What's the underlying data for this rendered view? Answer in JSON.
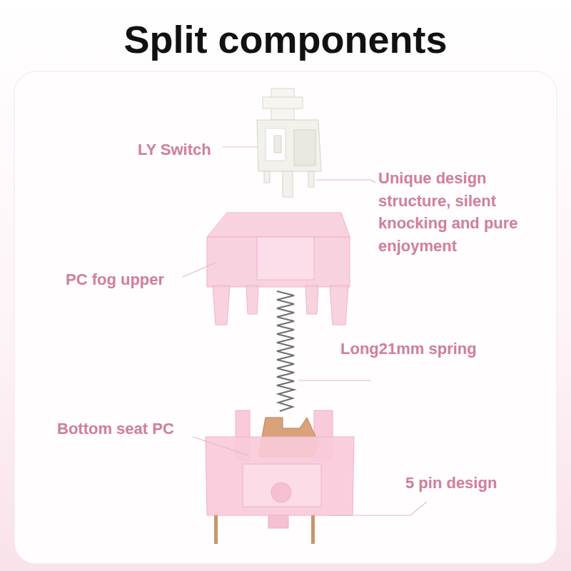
{
  "diagram": {
    "title": "Split components",
    "labels": [
      "LY Switch",
      "Unique design structure, silent knocking and pure enjoyment",
      "PC fog upper",
      "Long21mm spring",
      "Bottom seat PC",
      "5 pin design"
    ]
  }
}
